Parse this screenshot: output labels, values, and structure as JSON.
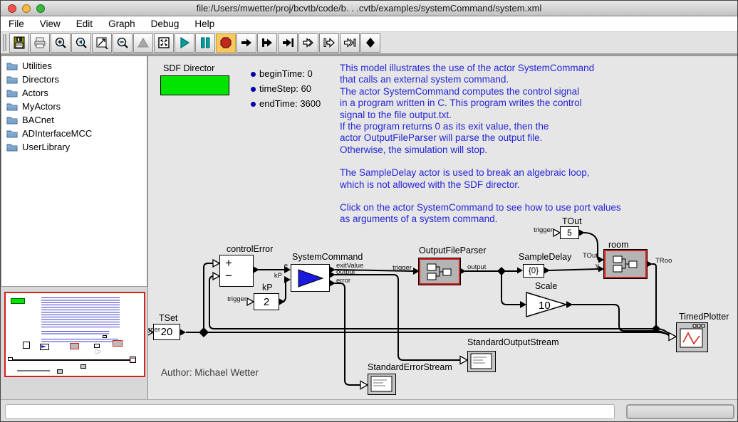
{
  "window": {
    "title": "file:/Users/mwetter/proj/bcvtb/code/b. . .cvtb/examples/systemCommand/system.xml"
  },
  "menu": {
    "items": [
      "File",
      "View",
      "Edit",
      "Graph",
      "Debug",
      "Help"
    ]
  },
  "toolbar": {
    "icons": [
      "save-icon",
      "print-icon",
      "zoom-in-icon",
      "zoom-reset-icon",
      "zoom-fit-icon",
      "zoom-out-icon",
      "run-window-icon",
      "full-view-icon",
      "run-icon",
      "pause-icon",
      "stop-icon",
      "new-input-port-icon",
      "new-output-port-icon",
      "new-inout-port-icon",
      "new-input-multiport-icon",
      "new-output-multiport-icon",
      "new-inout-multiport-icon",
      "new-relation-icon"
    ]
  },
  "sidebar": {
    "items": [
      "Utilities",
      "Directors",
      "Actors",
      "MyActors",
      "BACnet",
      "ADInterfaceMCC",
      "UserLibrary"
    ]
  },
  "director": {
    "label": "SDF Director"
  },
  "parameters": [
    "beginTime: 0",
    "timeStep: 60",
    "endTime: 3600"
  ],
  "annotation": {
    "p1": "This model illustrates the use of the actor SystemCommand\nthat calls an external system command.\nThe actor SystemCommand computes the control signal\nin a program written in C. This program writes the control\nsignal to the file output.txt.\nIf the program returns 0 as its exit value, then the\nactor OutputFileParser will parse the output file.\nOtherwise, the simulation will stop.",
    "p2": "The SampleDelay actor is used to break an algebraic loop,\nwhich is not allowed with the SDF director.",
    "p3": "Click on the actor SystemCommand to see how to use port values\nas arguments of a system command."
  },
  "actors": {
    "controlError": {
      "label": "controlError",
      "plus": "+",
      "minus": "−"
    },
    "systemCommand": {
      "label": "SystemCommand"
    },
    "kP": {
      "label": "kP",
      "value": "2"
    },
    "tSet": {
      "label": "TSet",
      "value": "20"
    },
    "tOut": {
      "label": "TOut",
      "value": "5"
    },
    "outputFileParser": {
      "label": "OutputFileParser"
    },
    "sampleDelay": {
      "label": "SampleDelay",
      "value": "{0}"
    },
    "scale": {
      "label": "Scale",
      "value": "10"
    },
    "room": {
      "label": "room"
    },
    "timedPlotter": {
      "label": "TimedPlotter"
    },
    "standardOutputStream": {
      "label": "StandardOutputStream"
    },
    "standardErrorStream": {
      "label": "StandardErrorStream"
    }
  },
  "ports": {
    "trigger": "trigger",
    "triggerClipped": "gger",
    "e": "e",
    "kP": "kP",
    "exitValue": "exitValue",
    "output": "output",
    "error": "error",
    "tOut": "TOut",
    "y": "y",
    "tRoo": "TRoo"
  },
  "author": "Author: Michael Wetter",
  "statusbar": {
    "message": ""
  },
  "colors": {
    "annotation_blue": "#2626d8",
    "director_green": "#00e400",
    "composite_red_border": "#d01f1f",
    "actor_blue_triangle": "#1a1adf",
    "play_teal": "#00a0a0",
    "stop_red": "#c0281e",
    "stop_highlight": "#f6c95f",
    "param_dot_blue": "#0000a8"
  }
}
